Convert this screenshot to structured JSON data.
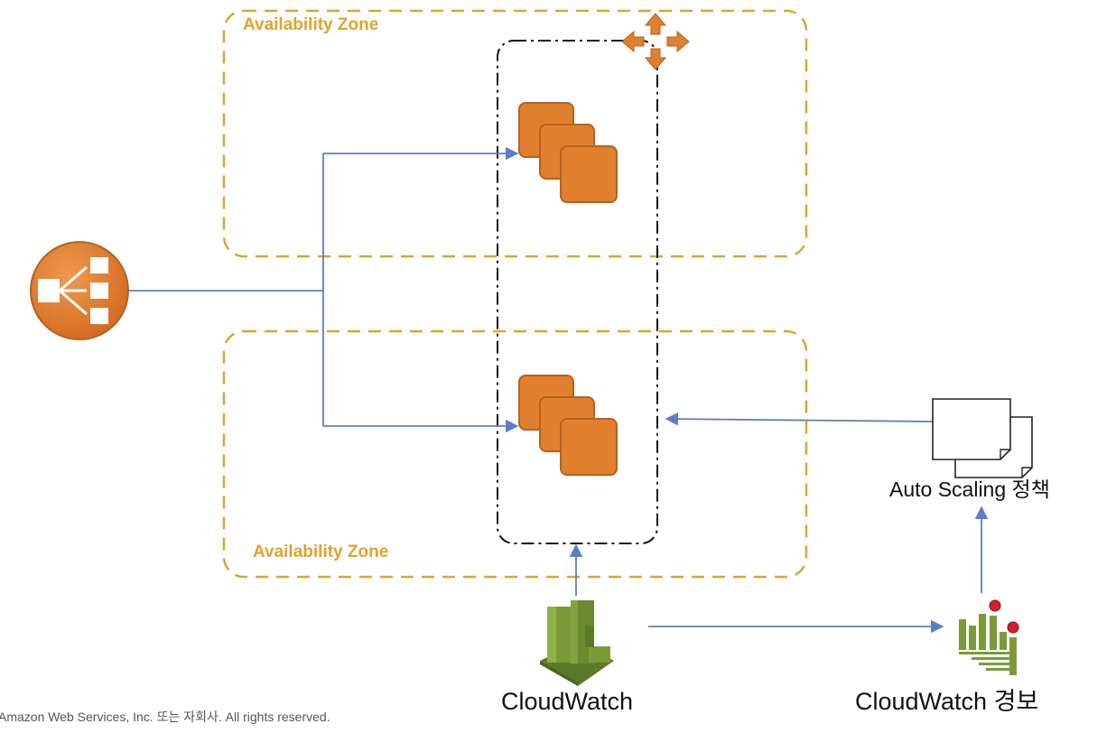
{
  "availability_zones": [
    {
      "label": "Availability Zone"
    },
    {
      "label": "Availability Zone"
    }
  ],
  "auto_scaling_policy": {
    "label": "Auto Scaling 정책"
  },
  "cloudwatch": {
    "label": "CloudWatch"
  },
  "cloudwatch_alarm": {
    "label": "CloudWatch 경보"
  },
  "footer": {
    "text": "Amazon Web Services, Inc. 또는 자회사. All rights reserved."
  },
  "colors": {
    "zone_border": "#E0A32C",
    "zone_label": "#E0A32C",
    "ec2_orange": "#E07F2E",
    "ec2_dark": "#B5611F",
    "connector_blue": "#5B7FC7",
    "cloudwatch_green": "#7A9A3A",
    "alarm_red": "#D21F2A"
  }
}
